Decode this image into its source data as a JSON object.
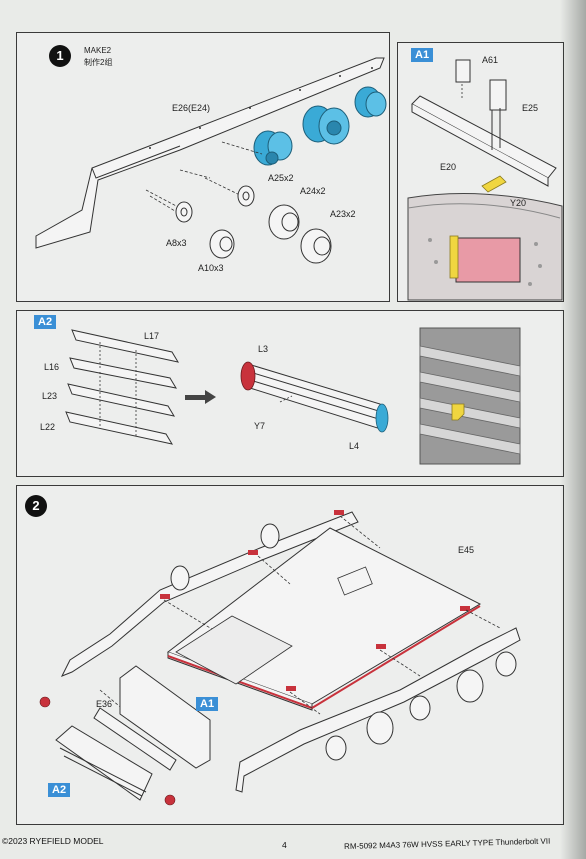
{
  "step1": {
    "number": "1",
    "make_label": "MAKE2",
    "make_label_cn": "制作2组",
    "parts": {
      "hull_side": "E26(E24)",
      "a25": "A25x2",
      "a24": "A24x2",
      "a23": "A23x2",
      "a8": "A8x3",
      "a10": "A10x3"
    }
  },
  "a1_inset": {
    "badge": "A1",
    "parts": {
      "a61": "A61",
      "e25": "E25",
      "e20": "E20",
      "y20": "Y20"
    }
  },
  "a2_inset": {
    "badge": "A2",
    "parts": {
      "l17": "L17",
      "l16": "L16",
      "l23": "L23",
      "l22": "L22",
      "l3": "L3",
      "y7": "Y7",
      "l4": "L4"
    }
  },
  "step2": {
    "number": "2",
    "parts": {
      "e45": "E45",
      "e36": "E36"
    },
    "sub_a1": "A1",
    "sub_a2": "A2"
  },
  "footer": {
    "copyright": "©2023 RYEFIELD MODEL",
    "page_number": "4",
    "product": "RM-5092 M4A3 76W HVSS EARLY TYPE Thunderbolt VII"
  },
  "colors": {
    "part_blue": "#3aaad6",
    "badge_blue": "#3a8fd6",
    "highlight_red": "#c8323c",
    "decal_pink": "#e89aa6",
    "accent_yellow": "#f0d640"
  }
}
